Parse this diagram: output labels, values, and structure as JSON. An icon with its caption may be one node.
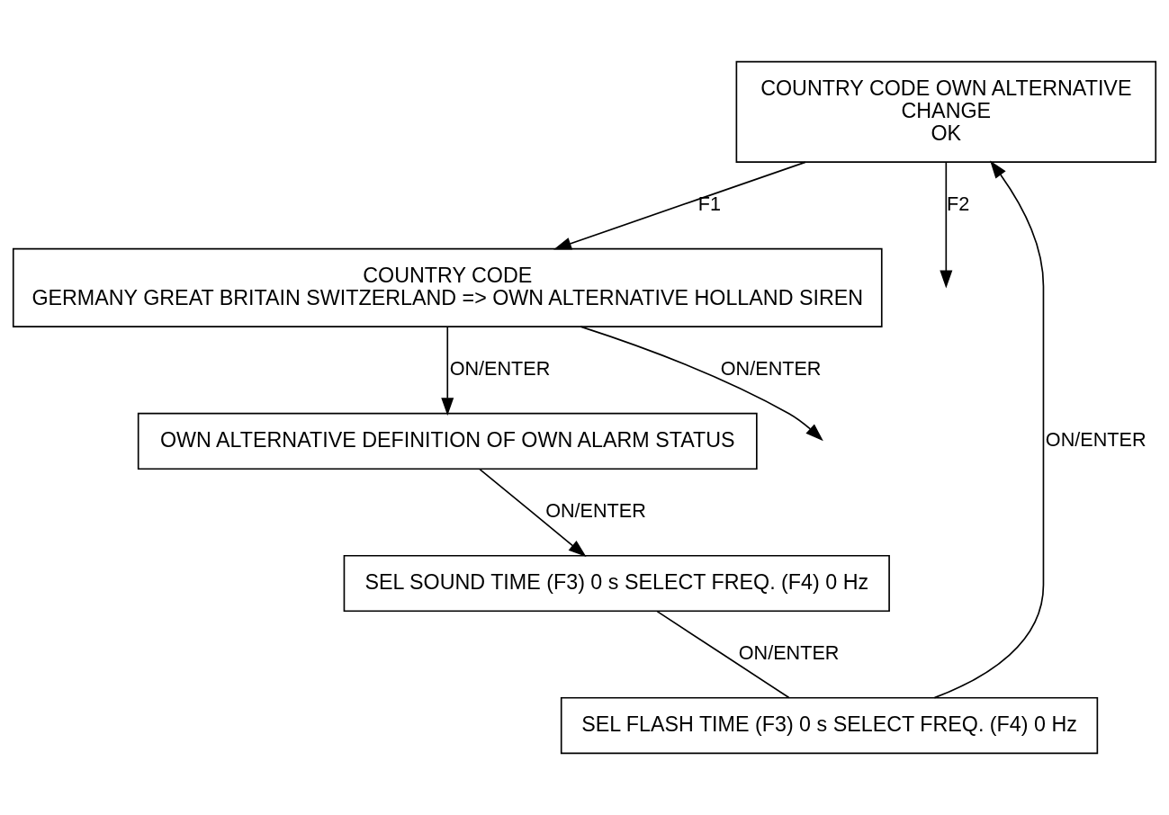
{
  "diagram": {
    "nodes": [
      {
        "text": [
          "COUNTRY CODE OWN ALTERNATIVE",
          "CHANGE",
          "OK"
        ]
      },
      {
        "text": [
          "COUNTRY CODE",
          "GERMANY GREAT BRITAIN SWITZERLAND => OWN ALTERNATIVE HOLLAND SIREN"
        ]
      },
      {
        "text": [
          "OWN ALTERNATIVE DEFINITION OF OWN ALARM STATUS"
        ]
      },
      {
        "text": [
          "SEL SOUND TIME (F3) 0 s SELECT FREQ. (F4) 0 Hz"
        ]
      },
      {
        "text": [
          "SEL FLASH TIME (F3) 0 s SELECT FREQ. (F4) 0 Hz"
        ]
      }
    ],
    "edges": [
      {
        "from": 0,
        "to": 1,
        "arrow": "to",
        "label": "F1"
      },
      {
        "from": 0,
        "to": null,
        "arrow": "to",
        "label": "F2"
      },
      {
        "from": 1,
        "to": 2,
        "arrow": "to",
        "label": "ON/ENTER"
      },
      {
        "from": 2,
        "to": 3,
        "arrow": "to",
        "label": "ON/ENTER"
      },
      {
        "from": 3,
        "to": 4,
        "arrow": "none",
        "label": "ON/ENTER"
      },
      {
        "from": 1,
        "to": null,
        "arrow": "to",
        "label": "ON/ENTER"
      },
      {
        "from": 4,
        "to": 0,
        "arrow": "to",
        "label": "ON/ENTER"
      }
    ]
  }
}
